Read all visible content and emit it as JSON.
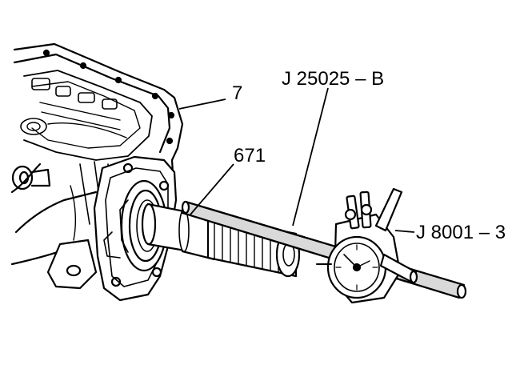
{
  "callouts": {
    "housing": "7",
    "shaft": "671",
    "alignment_tool": "J 25025 – B",
    "dial_indicator": "J 8001 – 3"
  },
  "colors": {
    "line": "#000000",
    "background": "#ffffff",
    "shade": "#d9d9d9"
  }
}
